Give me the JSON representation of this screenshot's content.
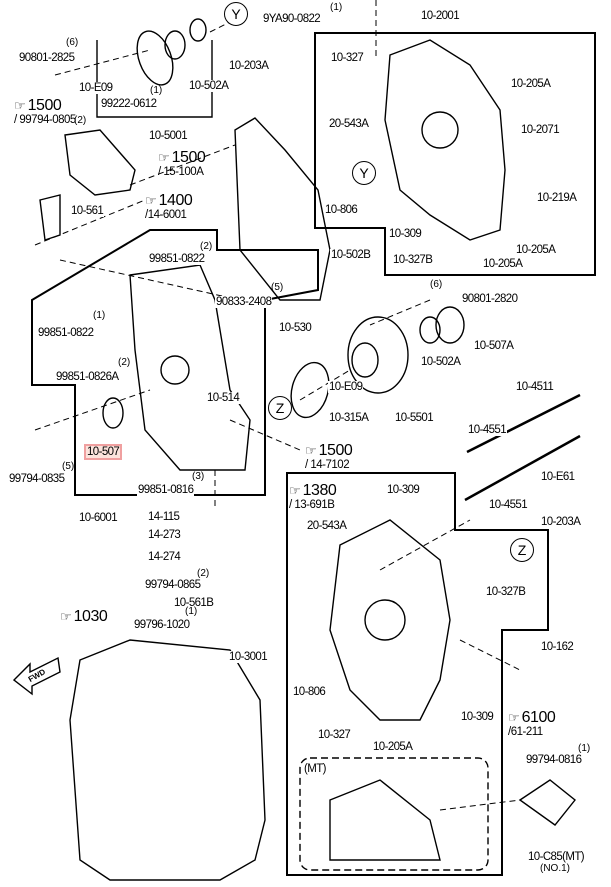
{
  "highlight_color": "#f0a0a0",
  "labels": [
    {
      "text": "90801-2825",
      "qty": "(6)"
    },
    {
      "text": "10-E09"
    },
    {
      "text": "99222-0612",
      "qty": "(1)"
    },
    {
      "text": "10-502A"
    },
    {
      "text": "10-5001"
    },
    {
      "text": "9YA90-0822",
      "qty": "(1)"
    },
    {
      "text": "10-2001"
    },
    {
      "text": "10-203A"
    },
    {
      "text": "10-561"
    },
    {
      "text": "99851-0822",
      "qty": "(2)"
    },
    {
      "text": "10-327"
    },
    {
      "text": "20-543A"
    },
    {
      "text": "10-806"
    },
    {
      "text": "10-309"
    },
    {
      "text": "10-327B"
    },
    {
      "text": "10-205A"
    },
    {
      "text": "10-205A"
    },
    {
      "text": "10-219A"
    },
    {
      "text": "10-2071"
    },
    {
      "text": "10-205A"
    },
    {
      "text": "10-502B"
    },
    {
      "text": "90833-2408",
      "qty": "(5)"
    },
    {
      "text": "10-530"
    },
    {
      "text": "99851-0822",
      "qty": "(1)"
    },
    {
      "text": "99851-0826A",
      "qty": "(2)"
    },
    {
      "text": "10-514"
    },
    {
      "text": "10-507"
    },
    {
      "text": "99794-0835",
      "qty": "(5)"
    },
    {
      "text": "99851-0816",
      "qty": "(3)"
    },
    {
      "text": "10-6001"
    },
    {
      "text": "14-115"
    },
    {
      "text": "14-273"
    },
    {
      "text": "14-274"
    },
    {
      "text": "99794-0865",
      "qty": "(2)"
    },
    {
      "text": "10-561B"
    },
    {
      "text": "99796-1020",
      "qty": "(1)"
    },
    {
      "text": "90801-2820",
      "qty": "(6)"
    },
    {
      "text": "10-507A"
    },
    {
      "text": "10-502A"
    },
    {
      "text": "10-E09"
    },
    {
      "text": "10-315A"
    },
    {
      "text": "10-5501"
    },
    {
      "text": "10-4511"
    },
    {
      "text": "10-4551"
    },
    {
      "text": "10-E61"
    },
    {
      "text": "10-4551"
    },
    {
      "text": "10-203A"
    },
    {
      "text": "10-309"
    },
    {
      "text": "20-543A"
    },
    {
      "text": "10-327B"
    },
    {
      "text": "10-3001"
    },
    {
      "text": "10-162"
    },
    {
      "text": "10-806"
    },
    {
      "text": "10-309"
    },
    {
      "text": "10-327"
    },
    {
      "text": "10-205A"
    },
    {
      "text": "(MT)"
    },
    {
      "text": "99794-0816",
      "qty": "(1)"
    },
    {
      "text": "10-C85(MT)",
      "qty": "(NO.1)"
    }
  ],
  "refs": [
    {
      "num": "1500",
      "sub": "/ 99794-0805",
      "qty": "(2)"
    },
    {
      "num": "1500",
      "sub": "/ 15-100A"
    },
    {
      "num": "1400",
      "sub": "/14-6001"
    },
    {
      "num": "1500",
      "sub": "/ 14-7102"
    },
    {
      "num": "1380",
      "sub": "/ 13-691B"
    },
    {
      "num": "1030",
      "sub": ""
    },
    {
      "num": "6100",
      "sub": "/61-211"
    }
  ],
  "callouts": {
    "y1": "Y",
    "y2": "Y",
    "z1": "Z",
    "z2": "Z"
  },
  "forward_label": "FWD",
  "icons": {
    "reference": "pointing-hand-icon",
    "forward": "forward-arrow-icon"
  }
}
